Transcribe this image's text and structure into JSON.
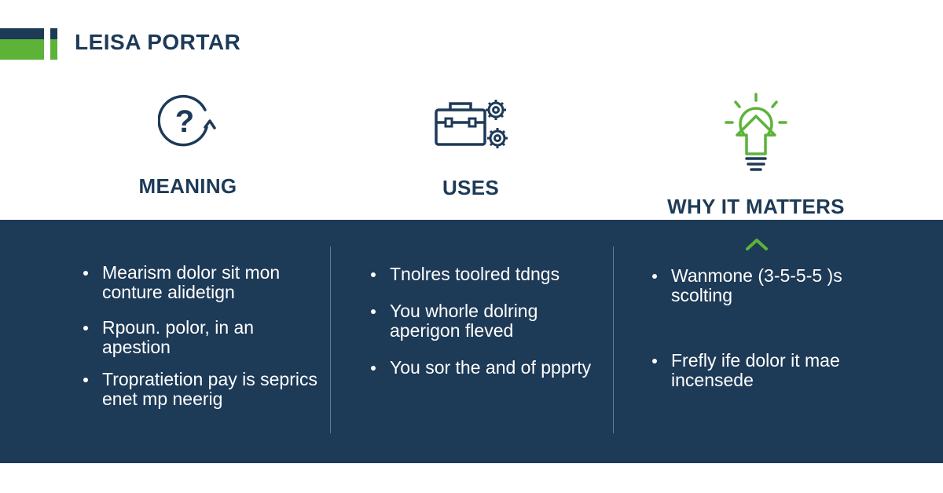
{
  "brand": {
    "title": "LEISA PORTAR"
  },
  "colors": {
    "navy": "#1d3a57",
    "green": "#5cb338",
    "background": "#ffffff"
  },
  "columns": [
    {
      "icon": "question-cycle-icon",
      "heading": "MEANING",
      "bullets": [
        "Mearism dolor sit mon conture alidetign",
        "Rpoun. polor, in an apestion",
        "Tropratietion pay is seprics enet mp neerig"
      ]
    },
    {
      "icon": "toolbox-gears-icon",
      "heading": "USES",
      "bullets": [
        "Tnolres toolred tdngs",
        "You whorle dolring aperigon fleved",
        "You sor the and of ppprty"
      ]
    },
    {
      "icon": "lightbulb-arrow-icon",
      "heading": "WHY IT MATTERS",
      "bullets": [
        "Wanmone (3-5-5-5 )s scolting",
        "Frefly ife dolor it mae incensede"
      ]
    }
  ]
}
